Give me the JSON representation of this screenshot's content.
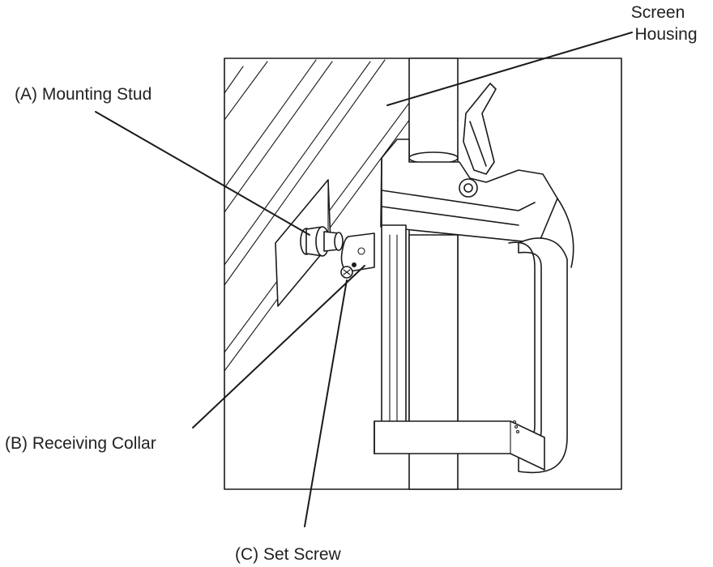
{
  "labels": {
    "screen_housing_line1": "Screen",
    "screen_housing_line2": "Housing",
    "mounting_stud": "(A)  Mounting Stud",
    "receiving_collar": "(B)  Receiving Collar",
    "set_screw": "(C)  Set Screw"
  }
}
